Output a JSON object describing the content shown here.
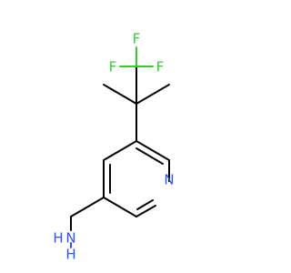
{
  "molecule": {
    "atoms": {
      "f_top": "F",
      "f_left": "F",
      "f_right": "F",
      "n_ring": "N",
      "n_amine": "N",
      "h1": "H",
      "h2": "H"
    },
    "colors": {
      "bond": "#000000",
      "fluorine": "#33cc33",
      "nitrogen": "#3050f8"
    }
  }
}
